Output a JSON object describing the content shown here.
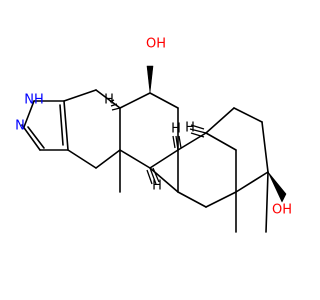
{
  "colors": {
    "background": "#ffffff",
    "bond": "#000000",
    "oxygen": "#ff0000",
    "nitrogen": "#0000ff",
    "carbon": "#000000"
  },
  "atoms": {
    "oh_top": "OH",
    "oh_right": "OH",
    "nh": "NH",
    "n": "N",
    "h_c5": "H",
    "h_c8": "H",
    "h_c9": "H",
    "h_c14": "H"
  }
}
